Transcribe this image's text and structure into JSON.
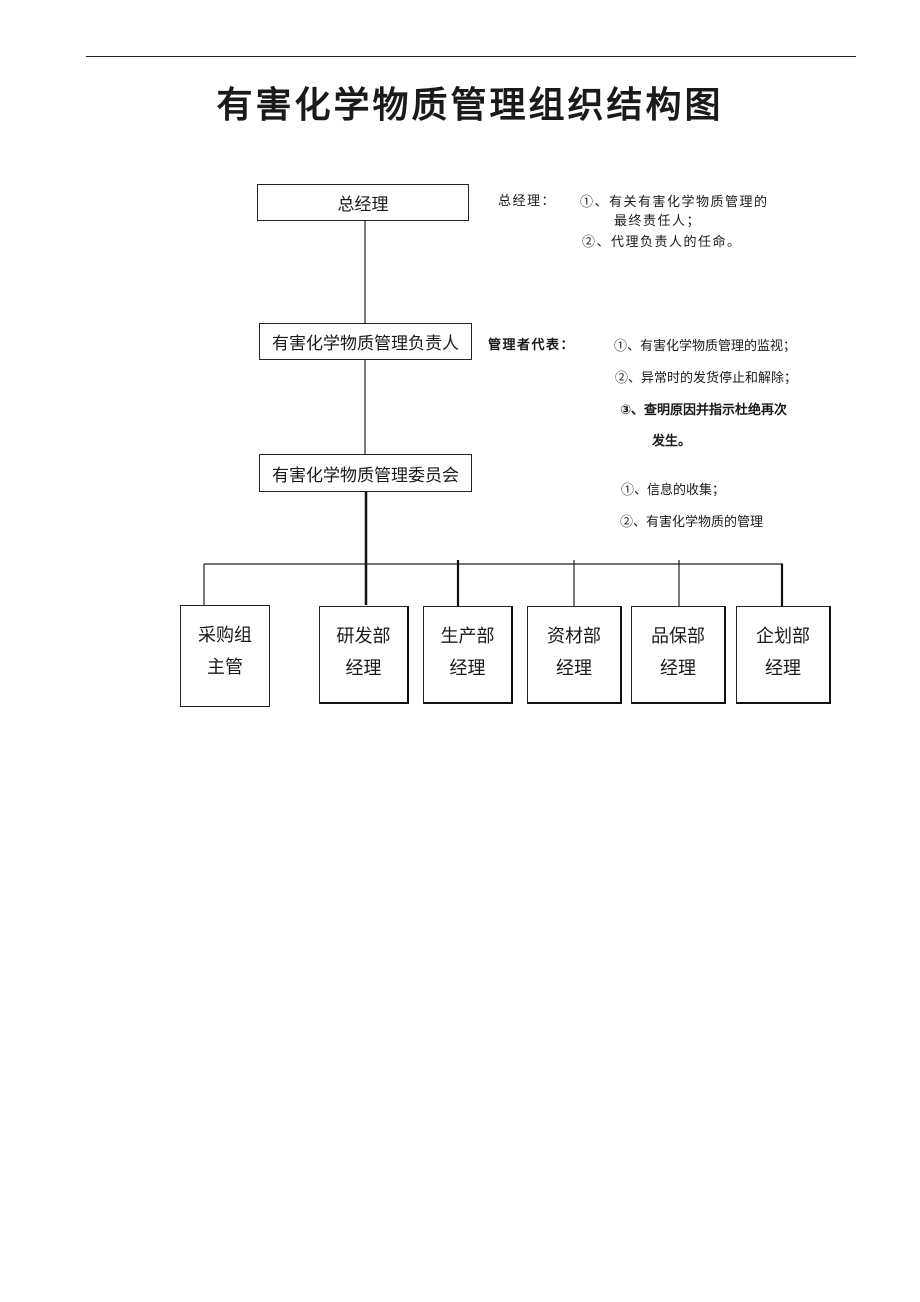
{
  "title": "有害化学物质管理组织结构图",
  "boxes": {
    "general_manager": "总经理",
    "responsible_person": "有害化学物质管理负责人",
    "committee": "有害化学物质管理委员会"
  },
  "departments": [
    {
      "line1": "采购组",
      "line2": "主管"
    },
    {
      "line1": "研发部",
      "line2": "经理"
    },
    {
      "line1": "生产部",
      "line2": "经理"
    },
    {
      "line1": "资材部",
      "line2": "经理"
    },
    {
      "line1": "品保部",
      "line2": "经理"
    },
    {
      "line1": "企划部",
      "line2": "经理"
    }
  ],
  "notes": {
    "gm": {
      "label": "总经理：",
      "item1_line1": "①、有关有害化学物质管理的",
      "item1_line2": "最终责任人；",
      "item2": "②、代理负责人的任命。"
    },
    "rep": {
      "label": "管理者代表：",
      "item1": "①、有害化学物质管理的监视；",
      "item2": "②、异常时的发货停止和解除；",
      "item3_line1": "③、查明原因并指示杜绝再次",
      "item3_line2": "发生。"
    },
    "committee": {
      "item1": "①、信息的收集；",
      "item2": "②、有害化学物质的管理"
    }
  }
}
